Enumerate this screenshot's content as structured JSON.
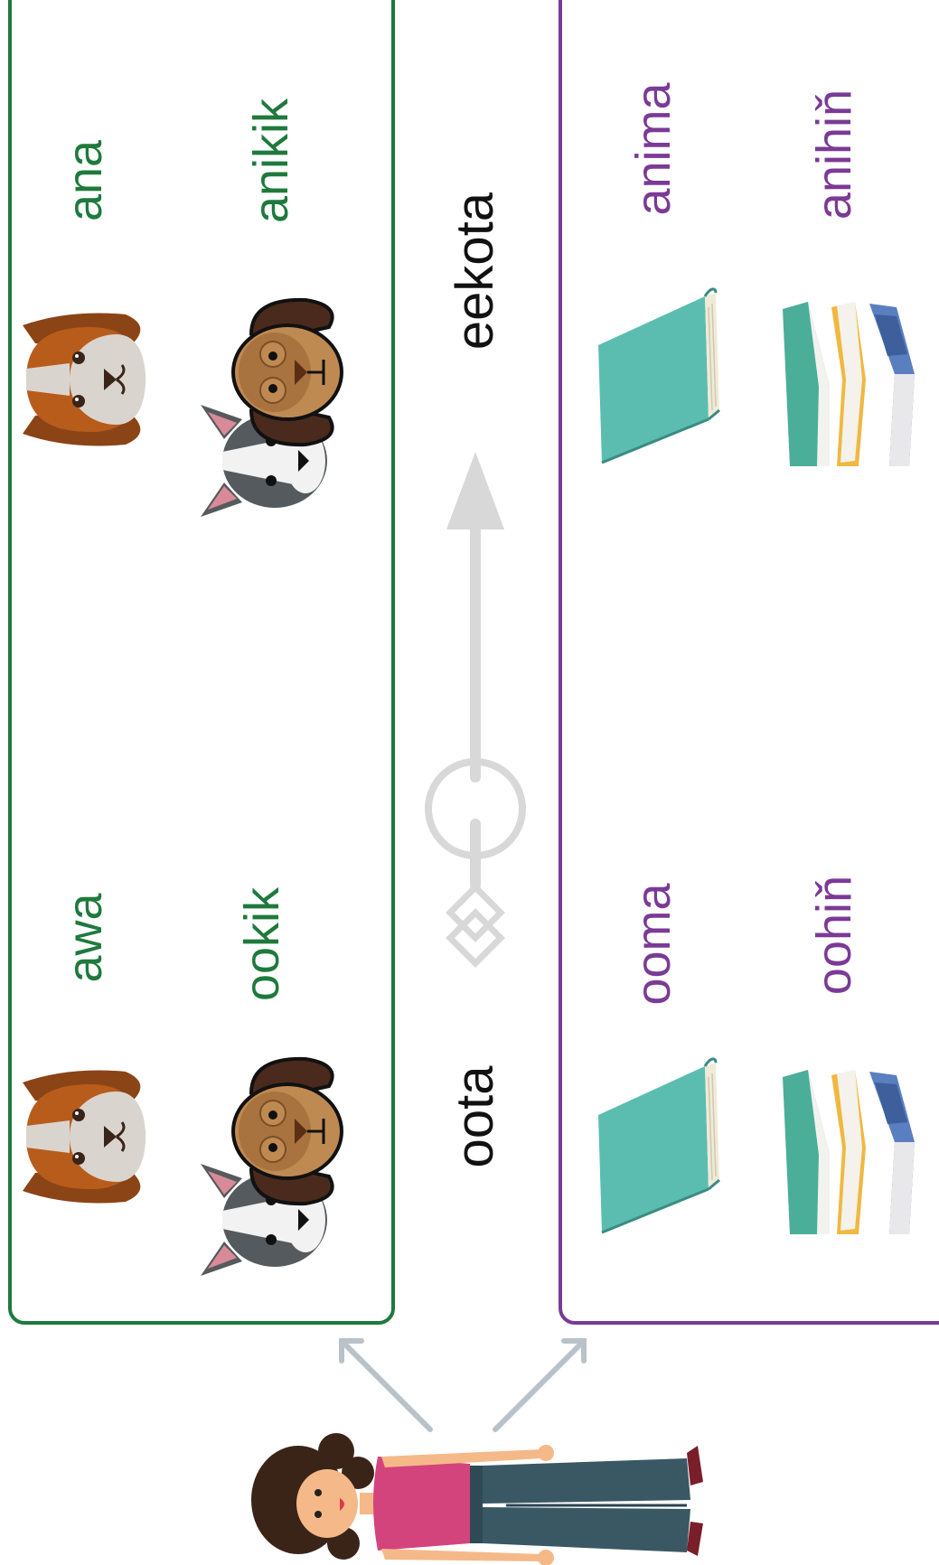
{
  "animate_group": {
    "near_singular": "awa",
    "near_plural": "ookik",
    "far_singular": "ana",
    "far_plural": "anikik",
    "color": "#1e7a3c"
  },
  "inanimate_group": {
    "near_singular": "ooma",
    "near_plural": "oohiň",
    "far_singular": "anima",
    "far_plural": "anihiň",
    "color": "#7b3a96"
  },
  "distance_scale": {
    "near_label": "oota",
    "far_label": "eekota",
    "arrow_color": "#d8d8d8"
  },
  "pointer_arrow_color": "#b8c2c8",
  "icons": [
    "dog-icon",
    "dogs-icon",
    "book-icon",
    "books-icon",
    "woman-pointing-icon"
  ]
}
